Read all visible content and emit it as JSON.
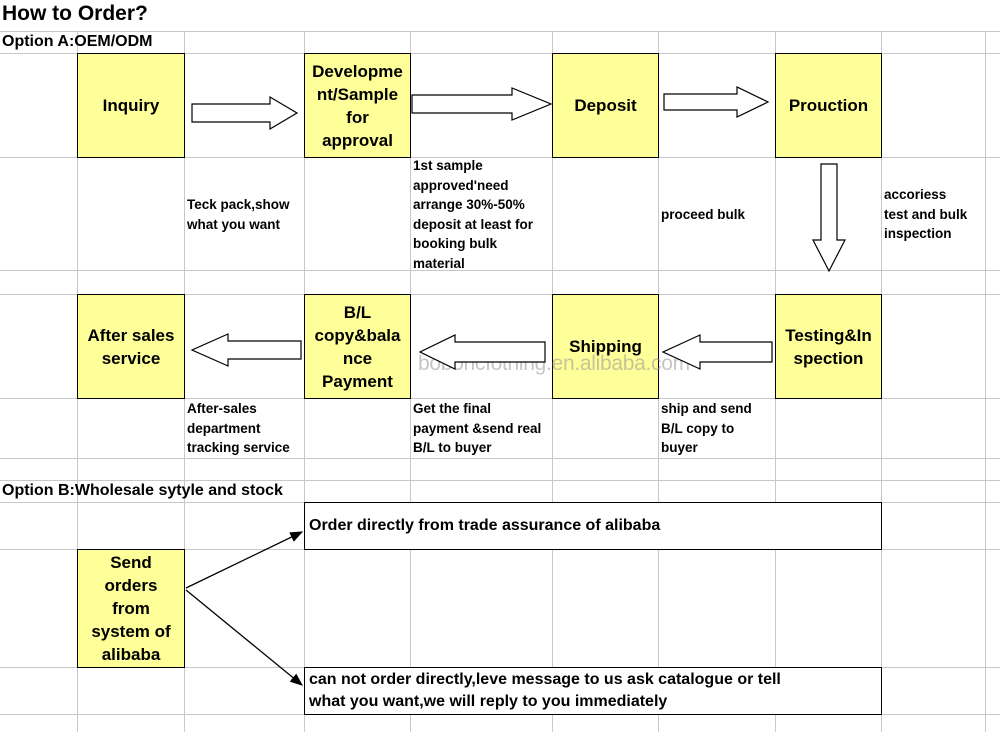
{
  "title": "How to Order?",
  "option_a": {
    "label": "Option A:OEM/ODM",
    "steps": [
      "Inquiry",
      "Developme\nnt/Sample\nfor\napproval",
      "Deposit",
      "Prouction",
      "Testing&In\nspection",
      "Shipping",
      "B/L\ncopy&bala\nnce\nPayment",
      "After sales\nservice"
    ],
    "notes": [
      "Teck pack,show\nwhat you want",
      "1st sample\napproved'need\narrange 30%-50%\ndeposit at least for\nbooking bulk\nmaterial",
      "proceed bulk",
      "accoriess\ntest and bulk\ninspection",
      "ship and send\nB/L copy to\nbuyer",
      "Get the final\npayment &send real\nB/L to buyer",
      "After-sales\ndepartment\ntracking service"
    ]
  },
  "option_b": {
    "label": "Option B:Wholesale sytyle and stock",
    "source": "Send\norders\nfrom\nsystem of\nalibaba",
    "choice_1": "Order directly from trade assurance of alibaba",
    "choice_2": "can not order directly,leve message to us ask catalogue or tell\nwhat you want,we will reply to you immediately"
  },
  "watermark": "boboncIothing.en.alibaba.com",
  "colors": {
    "box_fill": "#ffff99",
    "grid_line": "#c8c8c8",
    "border": "#000000"
  }
}
